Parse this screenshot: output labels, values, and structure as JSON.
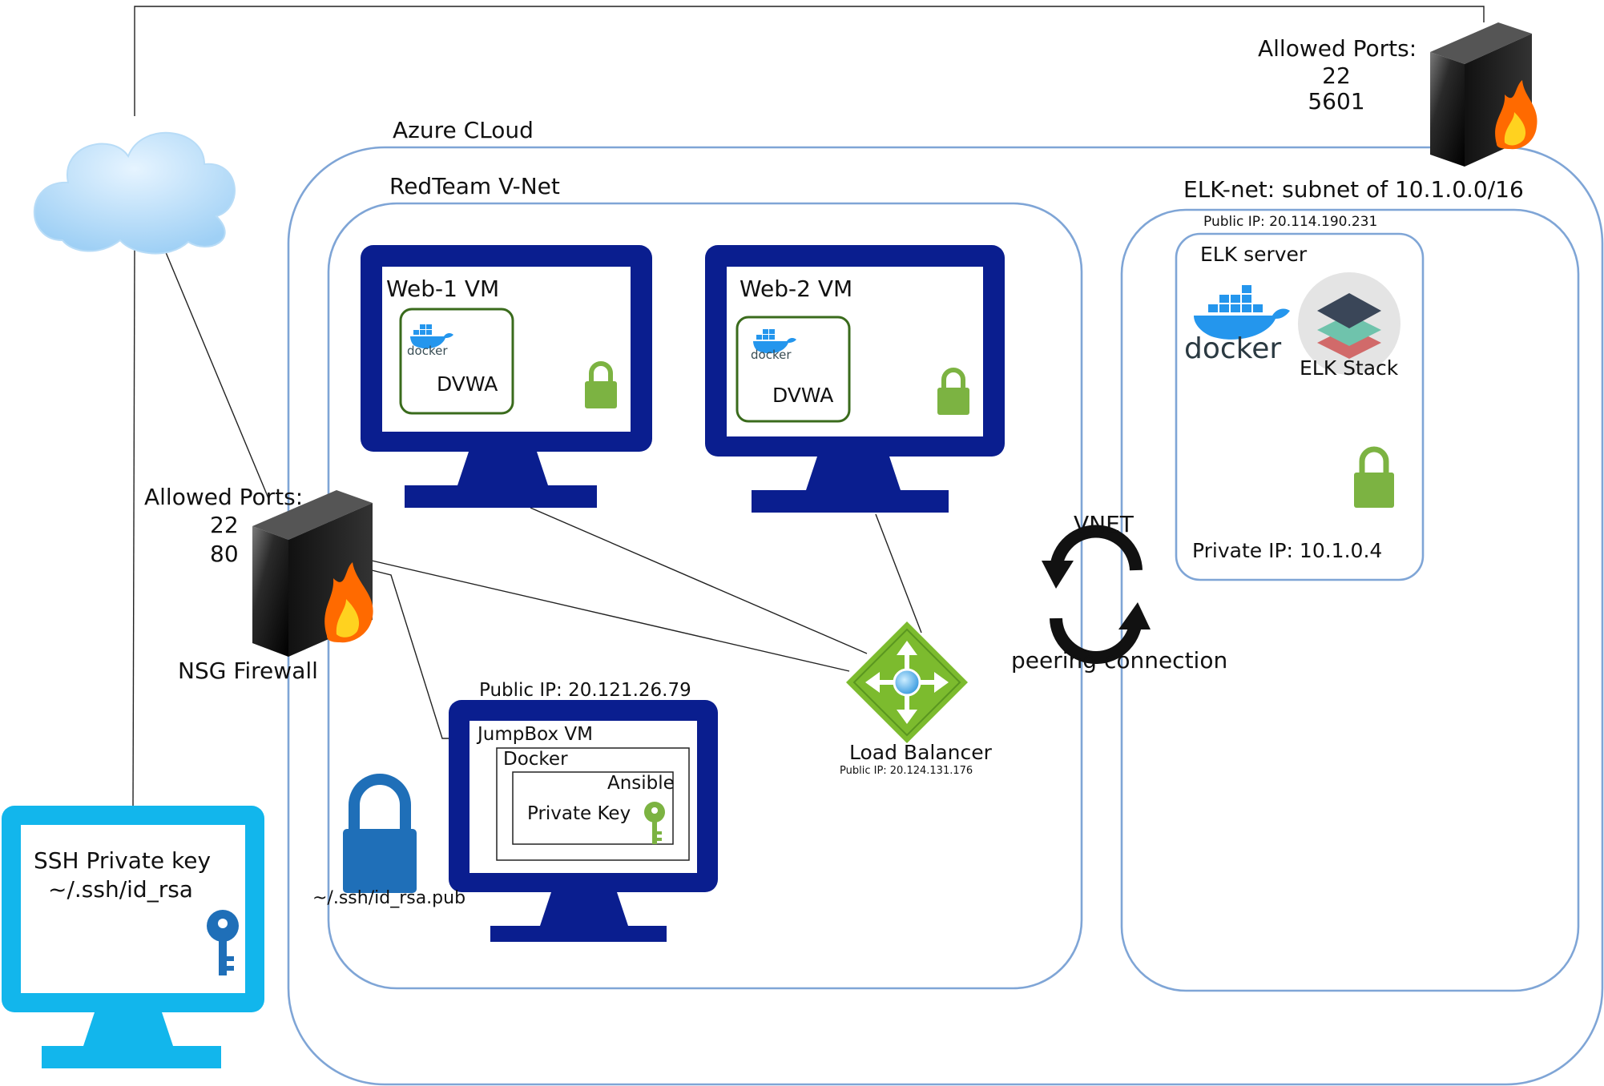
{
  "labels": {
    "azure_cloud": "Azure CLoud",
    "redteam_vnet": "RedTeam V-Net",
    "elk_net": "ELK-net: subnet of 10.1.0.0/16",
    "elk_public_ip": "Public IP: 20.114.190.231",
    "elk_server": "ELK server",
    "elk_stack": "ELK Stack",
    "docker_wordmark": "docker",
    "elk_private_ip": "Private IP: 10.1.0.4",
    "web1": "Web-1 VM",
    "web2": "Web-2 VM",
    "docker_small": "docker",
    "dvwa1": "DVWA",
    "dvwa2": "DVWA",
    "top_ports_title": "Allowed Ports:",
    "top_port_a": "22",
    "top_port_b": "5601",
    "nsg_ports_title": "Allowed Ports:",
    "nsg_port_a": "22",
    "nsg_port_b": "80",
    "nsg_firewall": "NSG Firewall",
    "vnet": "VNET",
    "peering": "peering connection",
    "load_balancer": "Load Balancer",
    "lb_public_ip": "Public IP: 20.124.131.176",
    "jump_public_ip": "Public IP: 20.121.26.79",
    "jumpbox": "JumpBox VM",
    "jump_docker": "Docker",
    "ansible": "Ansible",
    "private_key": "Private Key",
    "pub_key_path": "~/.ssh/id_rsa.pub",
    "ssh_key_title": "SSH Private key",
    "ssh_key_path": "~/.ssh/id_rsa"
  },
  "colors": {
    "boundary": "#7FA5D6",
    "monitor_dark": "#0A1E8F",
    "monitor_light": "#12B6EC",
    "lock_green": "#7CB342",
    "lock_blue": "#1F6FB8",
    "dvwa_border": "#3A6B1C",
    "lb_green": "#7CBB2E"
  }
}
